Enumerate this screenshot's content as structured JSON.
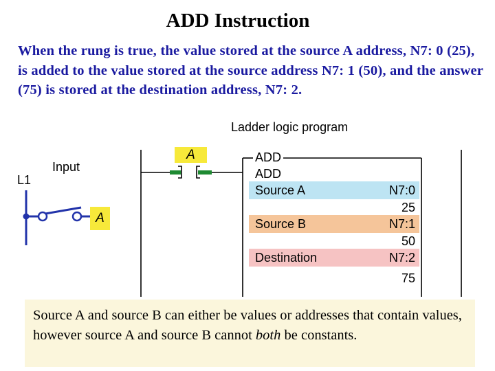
{
  "title": "ADD Instruction",
  "intro_text": "When the rung is true, the value stored at the source A address, N7: 0 (25), is added to the value stored at the source address N7: 1 (50), and the answer (75) is stored at the destination address, N7: 2.",
  "diagram": {
    "program_title": "Ladder logic program",
    "input_label": "Input",
    "rail_label": "L1",
    "switch_tag": "A",
    "contact_tag": "A",
    "instruction": {
      "header": "ADD",
      "name": "ADD",
      "source_a_label": "Source A",
      "source_a_address": "N7:0",
      "source_a_value": "25",
      "source_b_label": "Source B",
      "source_b_address": "N7:1",
      "source_b_value": "50",
      "dest_label": "Destination",
      "dest_address": "N7:2",
      "dest_value": "75"
    },
    "colors": {
      "wire": "#2233aa",
      "contact": "#1e8a32",
      "tag": "#f7e93a",
      "source_a": "#bde4f3",
      "source_b": "#f5c59a",
      "destination": "#f6c3c3",
      "note_bg": "#fbf6dc"
    }
  },
  "note": {
    "before": "Source A and source B can either be values or addresses that contain values, however source A and source B cannot ",
    "emphasis": "both",
    "after": " be constants."
  }
}
